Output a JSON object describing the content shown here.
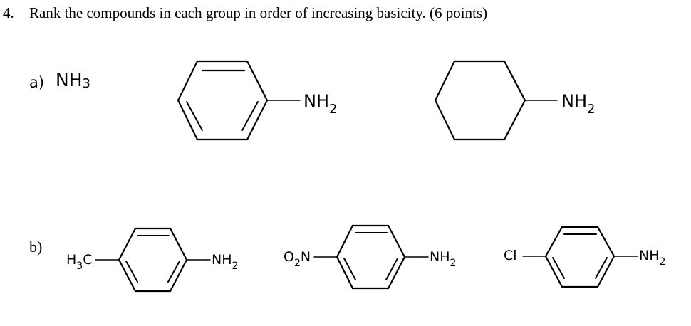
{
  "question": {
    "number": "4.",
    "text": "Rank the compounds in each group in order of increasing basicity. (6 points)"
  },
  "part_a": {
    "label": "a)",
    "compounds": [
      {
        "name": "ammonia",
        "formula_main": "NH",
        "formula_sub": "3"
      },
      {
        "name": "aniline",
        "substituent_main": "NH",
        "substituent_sub": "2",
        "ring": "benzene"
      },
      {
        "name": "cyclohexylamine",
        "substituent_main": "NH",
        "substituent_sub": "2",
        "ring": "cyclohexane"
      }
    ]
  },
  "part_b": {
    "label": "b)",
    "compounds": [
      {
        "name": "p-toluidine",
        "left_group": {
          "pre": "H",
          "sub": "3",
          "post": "C"
        },
        "right_group": {
          "main": "NH",
          "sub": "2"
        }
      },
      {
        "name": "p-nitroaniline",
        "left_group": {
          "pre": "O",
          "sub": "2",
          "post": "N"
        },
        "right_group": {
          "main": "NH",
          "sub": "2"
        }
      },
      {
        "name": "p-chloroaniline",
        "left_group": {
          "pre": "Cl",
          "sub": "",
          "post": ""
        },
        "right_group": {
          "main": "NH",
          "sub": "2"
        }
      }
    ]
  },
  "colors": {
    "text": "#000000",
    "bond": "#000000",
    "background": "#ffffff"
  }
}
